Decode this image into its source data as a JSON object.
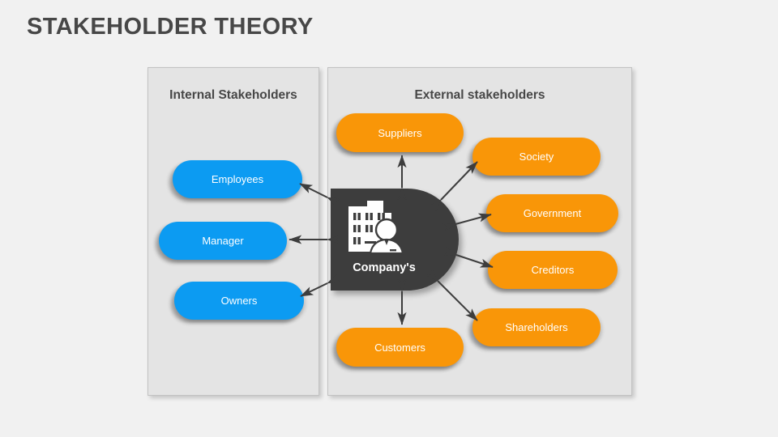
{
  "slide": {
    "title": "STAKEHOLDER THEORY",
    "background_color": "#f1f1f1",
    "title_color": "#474747"
  },
  "colors": {
    "internal_pill": "#0c9bf2",
    "external_pill": "#f99608",
    "center_shape": "#3d3d3d",
    "panel_fill": "#e4e4e4",
    "panel_border": "#c2c2c2",
    "arrow": "#3d3d3d",
    "text_on_pill": "#ffffff"
  },
  "panels": {
    "internal": {
      "title": "Internal Stakeholders",
      "items": [
        {
          "label": "Employees"
        },
        {
          "label": "Manager"
        },
        {
          "label": "Owners"
        }
      ]
    },
    "external": {
      "title": "External stakeholders",
      "items": [
        {
          "label": "Suppliers"
        },
        {
          "label": "Society"
        },
        {
          "label": "Government"
        },
        {
          "label": "Creditors"
        },
        {
          "label": "Shareholders"
        },
        {
          "label": "Customers"
        }
      ]
    }
  },
  "center": {
    "label": "Company's",
    "icon": "company-building-person-icon"
  },
  "connections": [
    {
      "from": "Company's",
      "to": "Employees",
      "style": "double-arrow"
    },
    {
      "from": "Company's",
      "to": "Manager",
      "style": "double-arrow"
    },
    {
      "from": "Company's",
      "to": "Owners",
      "style": "double-arrow"
    },
    {
      "from": "Company's",
      "to": "Suppliers",
      "style": "double-arrow"
    },
    {
      "from": "Company's",
      "to": "Society",
      "style": "double-arrow"
    },
    {
      "from": "Company's",
      "to": "Government",
      "style": "double-arrow"
    },
    {
      "from": "Company's",
      "to": "Creditors",
      "style": "double-arrow"
    },
    {
      "from": "Company's",
      "to": "Shareholders",
      "style": "double-arrow"
    },
    {
      "from": "Company's",
      "to": "Customers",
      "style": "double-arrow"
    }
  ]
}
